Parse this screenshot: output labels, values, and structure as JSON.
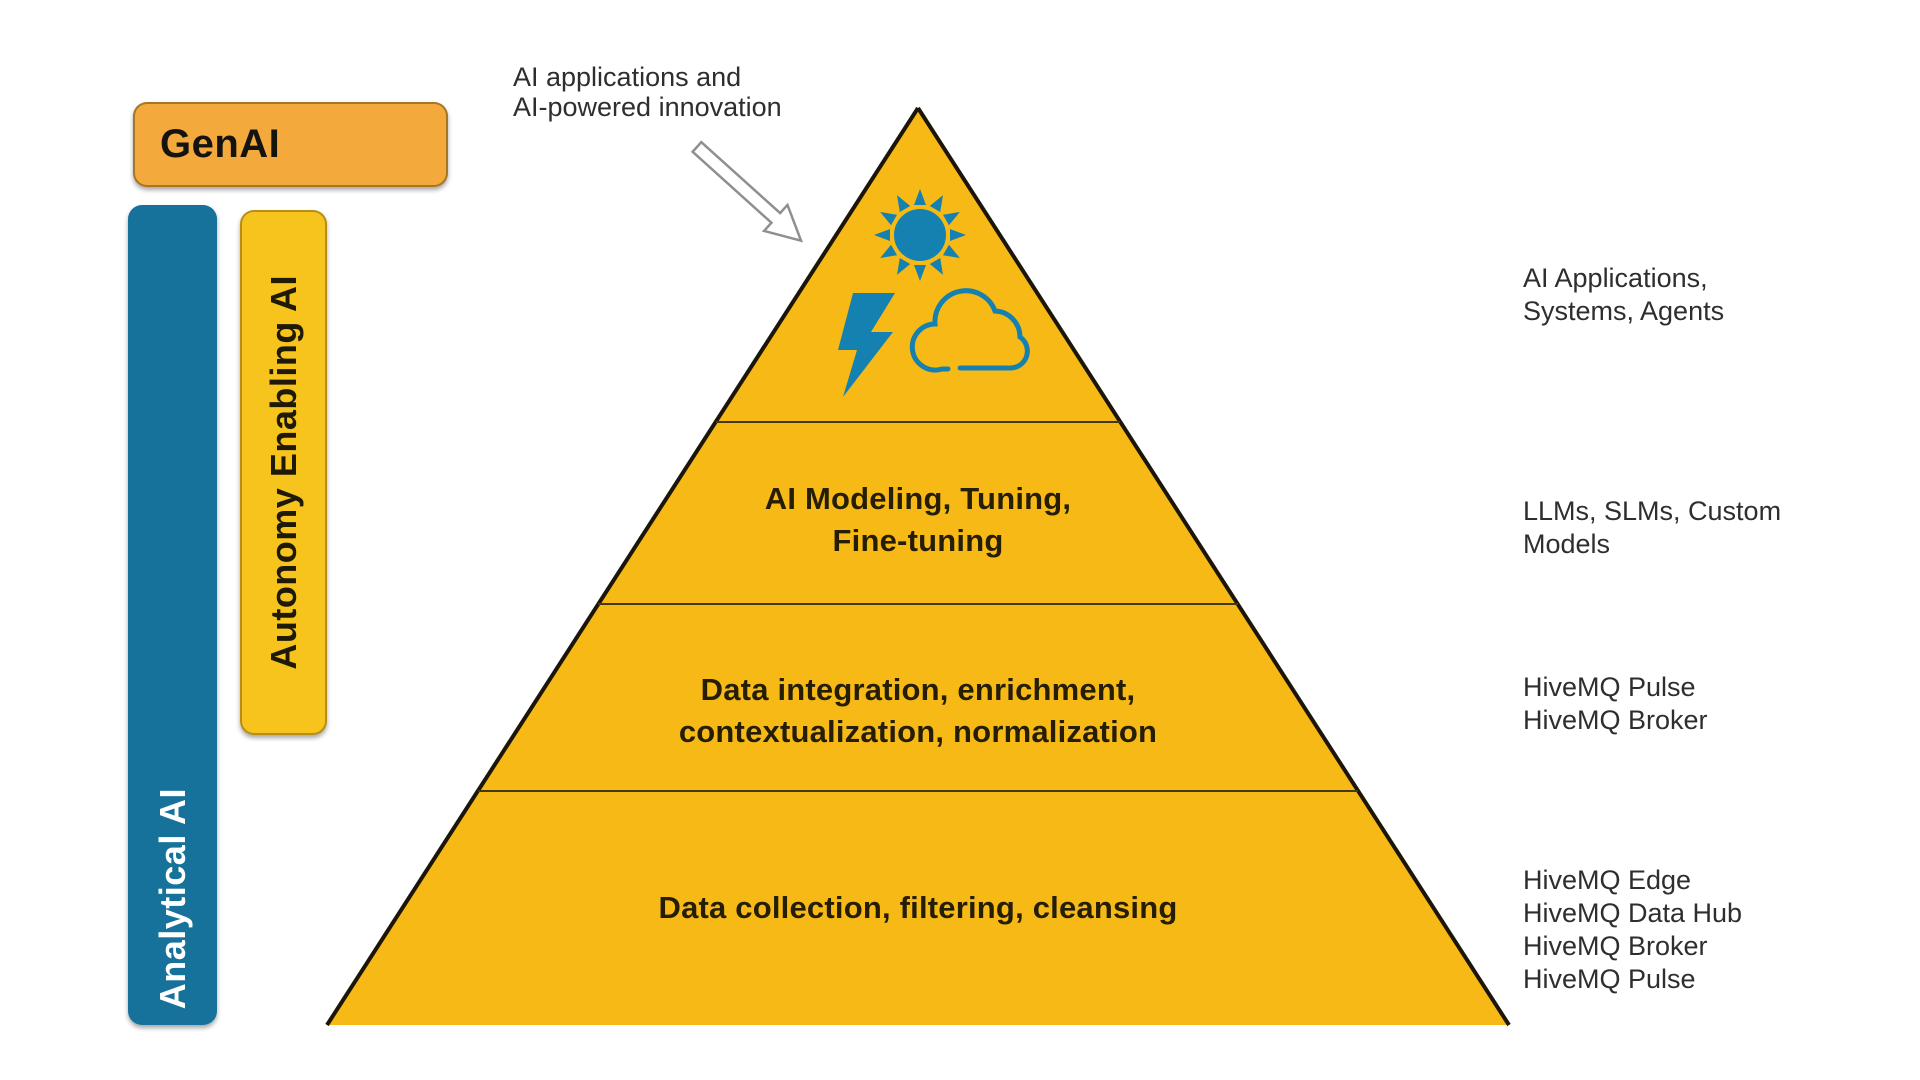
{
  "legend": {
    "genai_label": "GenAI",
    "autonomy_label": "Autonomy Enabling AI",
    "analytical_label": "Analytical AI"
  },
  "annotation": {
    "lines": [
      "AI applications and",
      "AI-powered innovation"
    ],
    "arrow_icon": "arrow-down-right-icon"
  },
  "pyramid": {
    "apex_icons": [
      "sun-icon",
      "lightning-bolt-icon",
      "cloud-icon"
    ],
    "tiers": [
      {
        "name": "AI applications tier (icons only)",
        "text_lines": [],
        "right_lines": [
          "AI Applications,",
          "Systems, Agents"
        ]
      },
      {
        "name": "AI modeling tier",
        "text_lines": [
          "AI Modeling, Tuning,",
          "Fine-tuning"
        ],
        "right_lines": [
          "LLMs, SLMs, Custom",
          "Models"
        ]
      },
      {
        "name": "Data integration tier",
        "text_lines": [
          "Data integration, enrichment,",
          "contextualization, normalization"
        ],
        "right_lines": [
          "HiveMQ Pulse",
          "HiveMQ Broker"
        ]
      },
      {
        "name": "Data collection tier",
        "text_lines": [
          "Data collection, filtering, cleansing"
        ],
        "right_lines": [
          "HiveMQ Edge",
          "HiveMQ Data Hub",
          "HiveMQ Broker",
          "HiveMQ Pulse"
        ]
      }
    ]
  },
  "colors": {
    "pyramid-gold": "#F7B916",
    "genai-orange": "#F3A93C",
    "autonomy-yellow": "#F7C41E",
    "teal": "#17729B",
    "icon-teal": "#1581B0",
    "text-dark": "#2E2E2E",
    "tier-text": "#261E04",
    "outline-dark": "#1C150A",
    "divider": "#47390F"
  }
}
